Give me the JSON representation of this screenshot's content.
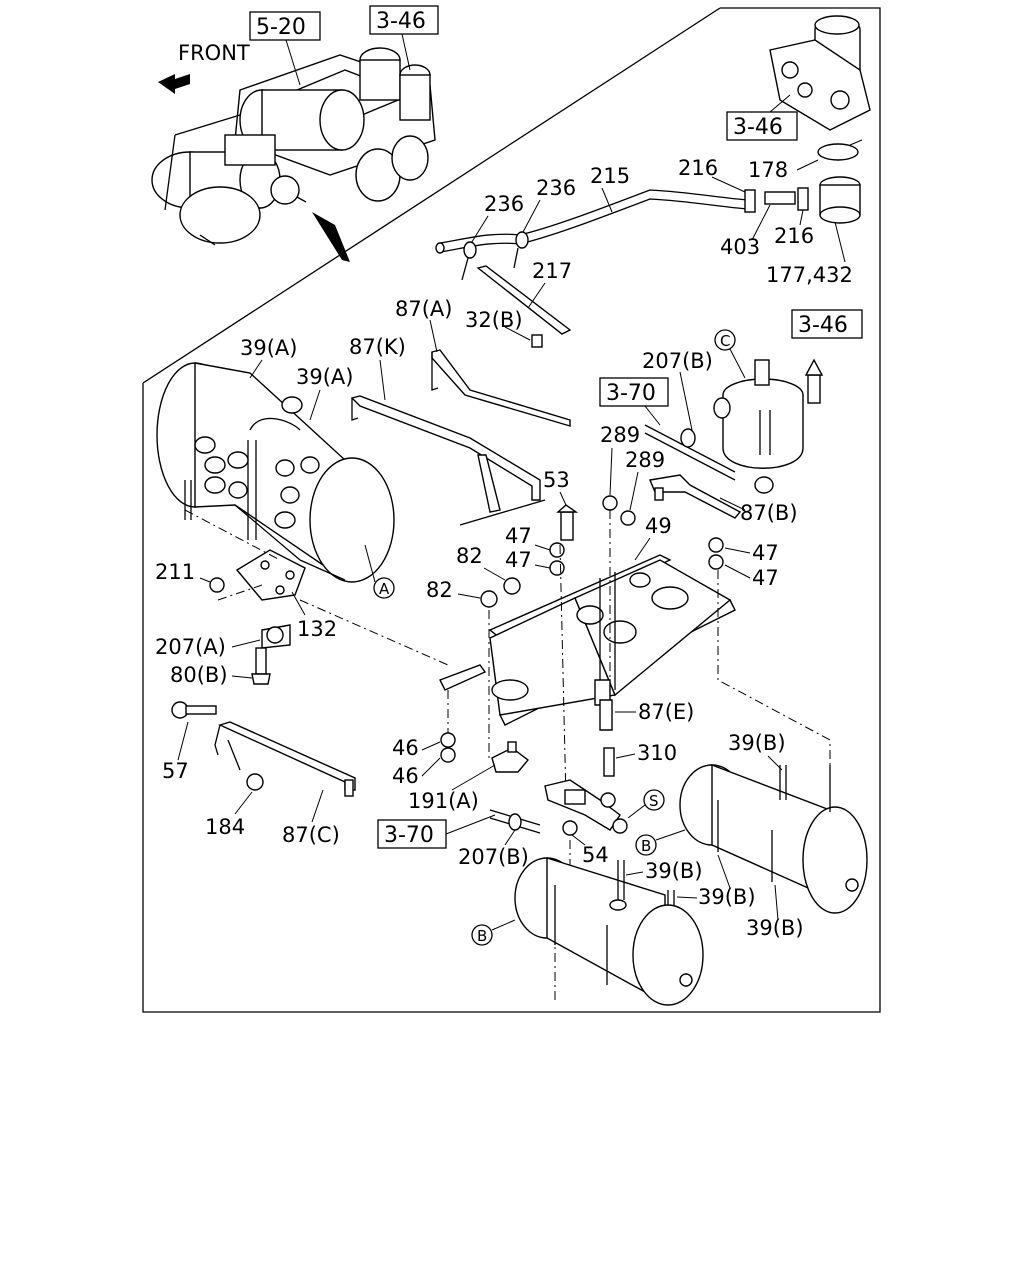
{
  "labels": {
    "front": "FRONT",
    "ref_5_20": "5-20",
    "ref_3_46_top": "3-46",
    "ref_3_46_valve": "3-46",
    "ref_3_46_right": "3-46",
    "ref_3_70_upper": "3-70",
    "ref_3_70_lower": "3-70",
    "p216a": "216",
    "p215": "215",
    "p236a": "236",
    "p236b": "236",
    "p178": "178",
    "p403": "403",
    "p216b": "216",
    "p177_432": "177,432",
    "p217": "217",
    "p87a": "87(A)",
    "p32b": "32(B)",
    "p39a1": "39(A)",
    "p87k": "87(K)",
    "p39a2": "39(A)",
    "p207b_top": "207(B)",
    "p289a": "289",
    "p289b": "289",
    "p53": "53",
    "p87b": "87(B)",
    "p47a": "47",
    "p47b": "47",
    "p49": "49",
    "p47c": "47",
    "p47d": "47",
    "p82a": "82",
    "p211": "211",
    "p82b": "82",
    "p132": "132",
    "p207a": "207(A)",
    "p80b": "80(B)",
    "p87e": "87(E)",
    "p57": "57",
    "p46a": "46",
    "p310": "310",
    "p39b1": "39(B)",
    "p46b": "46",
    "p191a": "191(A)",
    "p184": "184",
    "p87c": "87(C)",
    "p207b_bot": "207(B)",
    "p54": "54",
    "p39b2": "39(B)",
    "p39b3": "39(B)",
    "p39b4": "39(B)",
    "circ_c": "C",
    "circ_a": "A",
    "circ_s": "S",
    "circ_b1": "B",
    "circ_b2": "B"
  }
}
